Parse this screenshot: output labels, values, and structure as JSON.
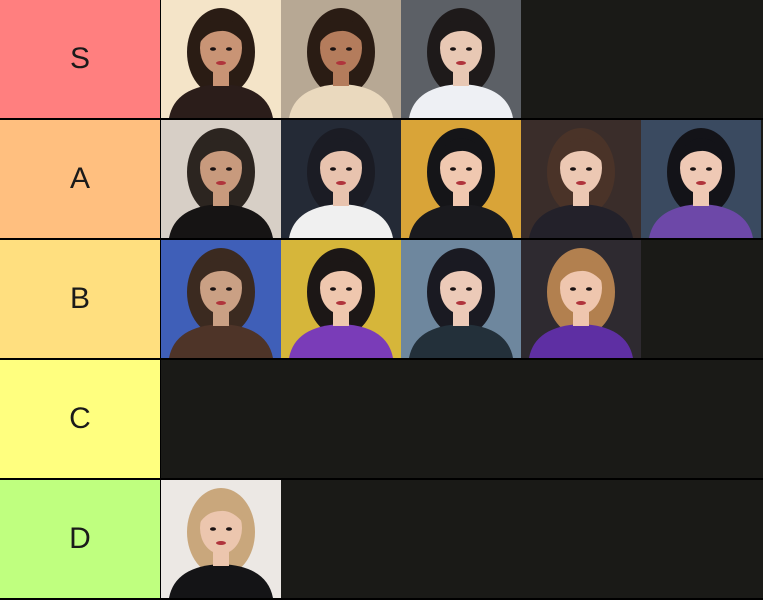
{
  "tiers": [
    {
      "label": "S",
      "color": "#ff7f7f",
      "items": [
        {
          "name": "portrait-woman-colorful-leaves",
          "bg": "#f4e4c8",
          "hair": "#2a1c14",
          "skin": "#c99475",
          "shirt": "#2b1d1a"
        },
        {
          "name": "portrait-woman-braid-cream-top",
          "bg": "#b7a894",
          "hair": "#2a1c14",
          "skin": "#b47c5c",
          "shirt": "#ead9be"
        },
        {
          "name": "portrait-woman-denim-overalls",
          "bg": "#5c6066",
          "hair": "#1e1a1a",
          "skin": "#e8c8b4",
          "shirt": "#eef0f4"
        }
      ]
    },
    {
      "label": "A",
      "color": "#ffbf7f",
      "items": [
        {
          "name": "portrait-woman-high-ponytail",
          "bg": "#d7cfc6",
          "hair": "#2c2520",
          "skin": "#c89a7d",
          "shirt": "#161414"
        },
        {
          "name": "portrait-woman-white-sleeve",
          "bg": "#242a36",
          "hair": "#1b1c24",
          "skin": "#e8c3ae",
          "shirt": "#f0f0f0"
        },
        {
          "name": "portrait-woman-bob-choker",
          "bg": "#d9a438",
          "hair": "#151518",
          "skin": "#f0c8b0",
          "shirt": "#1a1a1e"
        },
        {
          "name": "portrait-woman-hoop-earring",
          "bg": "#3a2d2a",
          "hair": "#4a3328",
          "skin": "#ecc8b3",
          "shirt": "#23212a"
        },
        {
          "name": "portrait-woman-drop-earrings",
          "bg": "#3a4a60",
          "hair": "#131318",
          "skin": "#efc9b5",
          "shirt": "#6d48a8"
        }
      ]
    },
    {
      "label": "B",
      "color": "#ffdf7f",
      "items": [
        {
          "name": "portrait-woman-leather-top-blue-wall",
          "bg": "#3f5fb8",
          "hair": "#3b2a20",
          "skin": "#caa084",
          "shirt": "#4e3428"
        },
        {
          "name": "portrait-woman-purple-collar",
          "bg": "#d6b63a",
          "hair": "#1c1716",
          "skin": "#efc7ae",
          "shirt": "#7a3cb8"
        },
        {
          "name": "portrait-woman-dark-mesh-outfit",
          "bg": "#6e879e",
          "hair": "#1a1a22",
          "skin": "#eccab8",
          "shirt": "#23303a"
        },
        {
          "name": "portrait-woman-space-buns",
          "bg": "#2e2a30",
          "hair": "#b2804f",
          "skin": "#efc6ae",
          "shirt": "#5e2fa3"
        }
      ]
    },
    {
      "label": "C",
      "color": "#ffff7f",
      "items": []
    },
    {
      "label": "D",
      "color": "#bfff7f",
      "items": [
        {
          "name": "portrait-woman-blonde-bob-hoops",
          "bg": "#ece8e4",
          "hair": "#c9a77c",
          "skin": "#ecc6ae",
          "shirt": "#141416"
        }
      ]
    }
  ]
}
